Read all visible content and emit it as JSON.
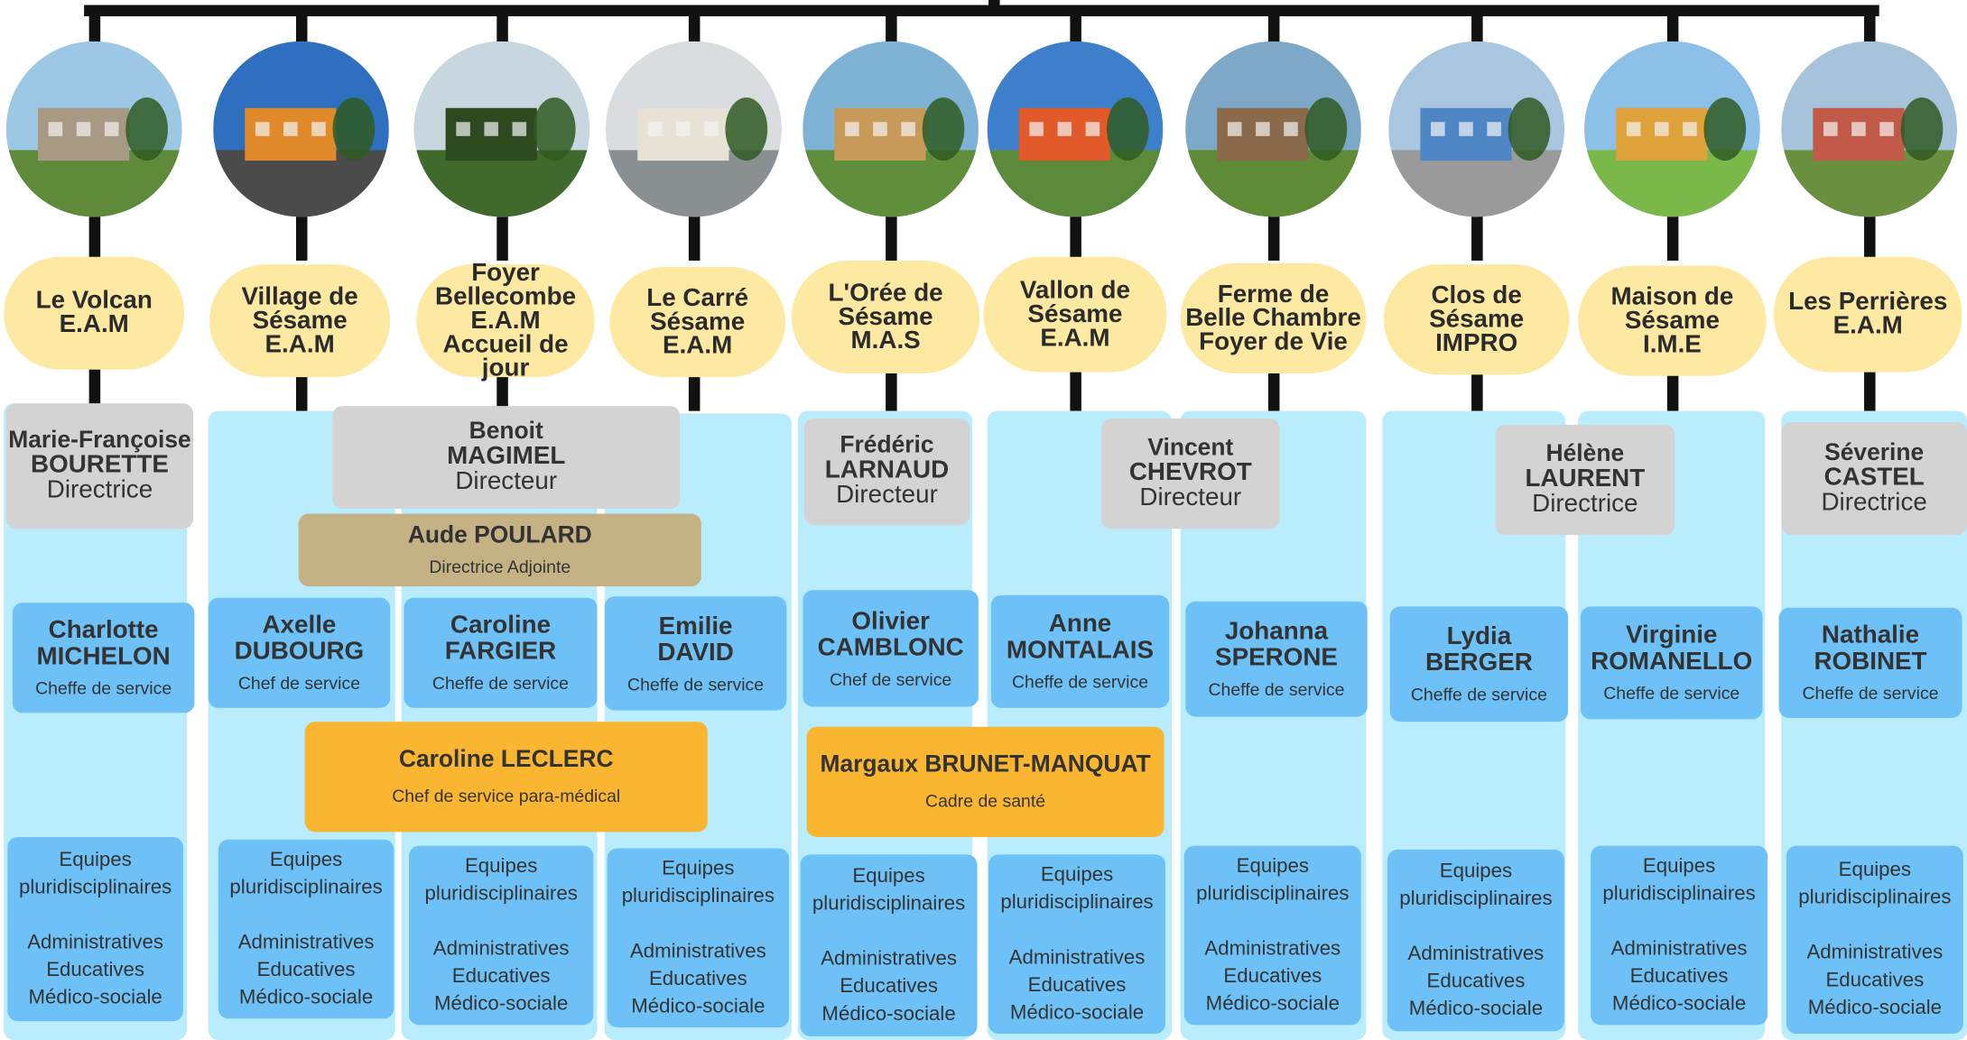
{
  "colors": {
    "column_bg": "#b9ecfc",
    "card_blue": "#6ec1f7",
    "pill_yellow": "#fde9a2",
    "director_grey": "#d3d3d3",
    "adjointe_tan": "#c4b285",
    "paramedical_orange": "#fbb631",
    "line": "#111111"
  },
  "establishments": [
    {
      "lines": [
        "Le Volcan",
        "E.A.M"
      ],
      "photo": "stone-sculpture-building-photo"
    },
    {
      "lines": [
        "Village de",
        "Sésame",
        "E.A.M"
      ],
      "photo": "orange-building-photo"
    },
    {
      "lines": [
        "Foyer",
        "Bellecombe",
        "E.A.M",
        "Accueil de",
        "jour"
      ],
      "photo": "tree-and-house-photo"
    },
    {
      "lines": [
        "Le Carré",
        "Sésame",
        "E.A.M"
      ],
      "photo": "apartment-block-photo"
    },
    {
      "lines": [
        "L'Orée de",
        "Sésame",
        "M.A.S"
      ],
      "photo": "wooden-building-photo"
    },
    {
      "lines": [
        "Vallon de",
        "Sésame",
        "E.A.M"
      ],
      "photo": "autumn-tree-photo"
    },
    {
      "lines": [
        "Ferme de",
        "Belle Chambre",
        "Foyer de Vie"
      ],
      "photo": "farm-buildings-photo"
    },
    {
      "lines": [
        "Clos de",
        "Sésame",
        "IMPRO"
      ],
      "photo": "blue-building-street-photo"
    },
    {
      "lines": [
        "Maison de",
        "Sésame",
        "I.M.E"
      ],
      "photo": "colorful-playground-photo"
    },
    {
      "lines": [
        "Les Perrières",
        "E.A.M"
      ],
      "photo": "red-building-path-photo"
    }
  ],
  "directors": [
    {
      "first": "Marie-Françoise",
      "last": "BOURETTE",
      "role": "Directrice"
    },
    {
      "first": "Benoit",
      "last": "MAGIMEL",
      "role": "Directeur"
    },
    {
      "first": "Frédéric",
      "last": "LARNAUD",
      "role": "Directeur"
    },
    {
      "first": "Vincent",
      "last": "CHEVROT",
      "role": "Directeur"
    },
    {
      "first": "Hélène",
      "last": "LAURENT",
      "role": "Directrice"
    },
    {
      "first": "Séverine",
      "last": "CASTEL",
      "role": "Directrice"
    }
  ],
  "adjointe": {
    "name": "Aude POULARD",
    "role": "Directrice  Adjointe"
  },
  "paramedical": {
    "name": "Caroline  LECLERC",
    "role": "Chef de service para-médical"
  },
  "cadre_sante": {
    "name": "Margaux  BRUNET-MANQUAT",
    "role": "Cadre de santé"
  },
  "chefs": [
    {
      "first": "Charlotte",
      "last": "MICHELON",
      "role": "Cheffe de service"
    },
    {
      "first": "Axelle",
      "last": "DUBOURG",
      "role": "Chef de service"
    },
    {
      "first": "Caroline",
      "last": "FARGIER",
      "role": "Cheffe de service"
    },
    {
      "first": "Emilie",
      "last": "DAVID",
      "role": "Cheffe de service"
    },
    {
      "first": "Olivier",
      "last": "CAMBLONC",
      "role": "Chef de service"
    },
    {
      "first": "Anne",
      "last": "MONTALAIS",
      "role": "Cheffe de service"
    },
    {
      "first": "Johanna",
      "last": "SPERONE",
      "role": "Cheffe de service"
    },
    {
      "first": "Lydia",
      "last": "BERGER",
      "role": "Cheffe de service"
    },
    {
      "first": "Virginie",
      "last": "ROMANELLO",
      "role": "Cheffe de service"
    },
    {
      "first": "Nathalie",
      "last": "ROBINET",
      "role": "Cheffe de service"
    }
  ],
  "team": {
    "line1": "Equipes",
    "line2": "pluridisciplinaires",
    "line3": "Administratives",
    "line4": "Educatives",
    "line5": "Médico-sociale"
  }
}
